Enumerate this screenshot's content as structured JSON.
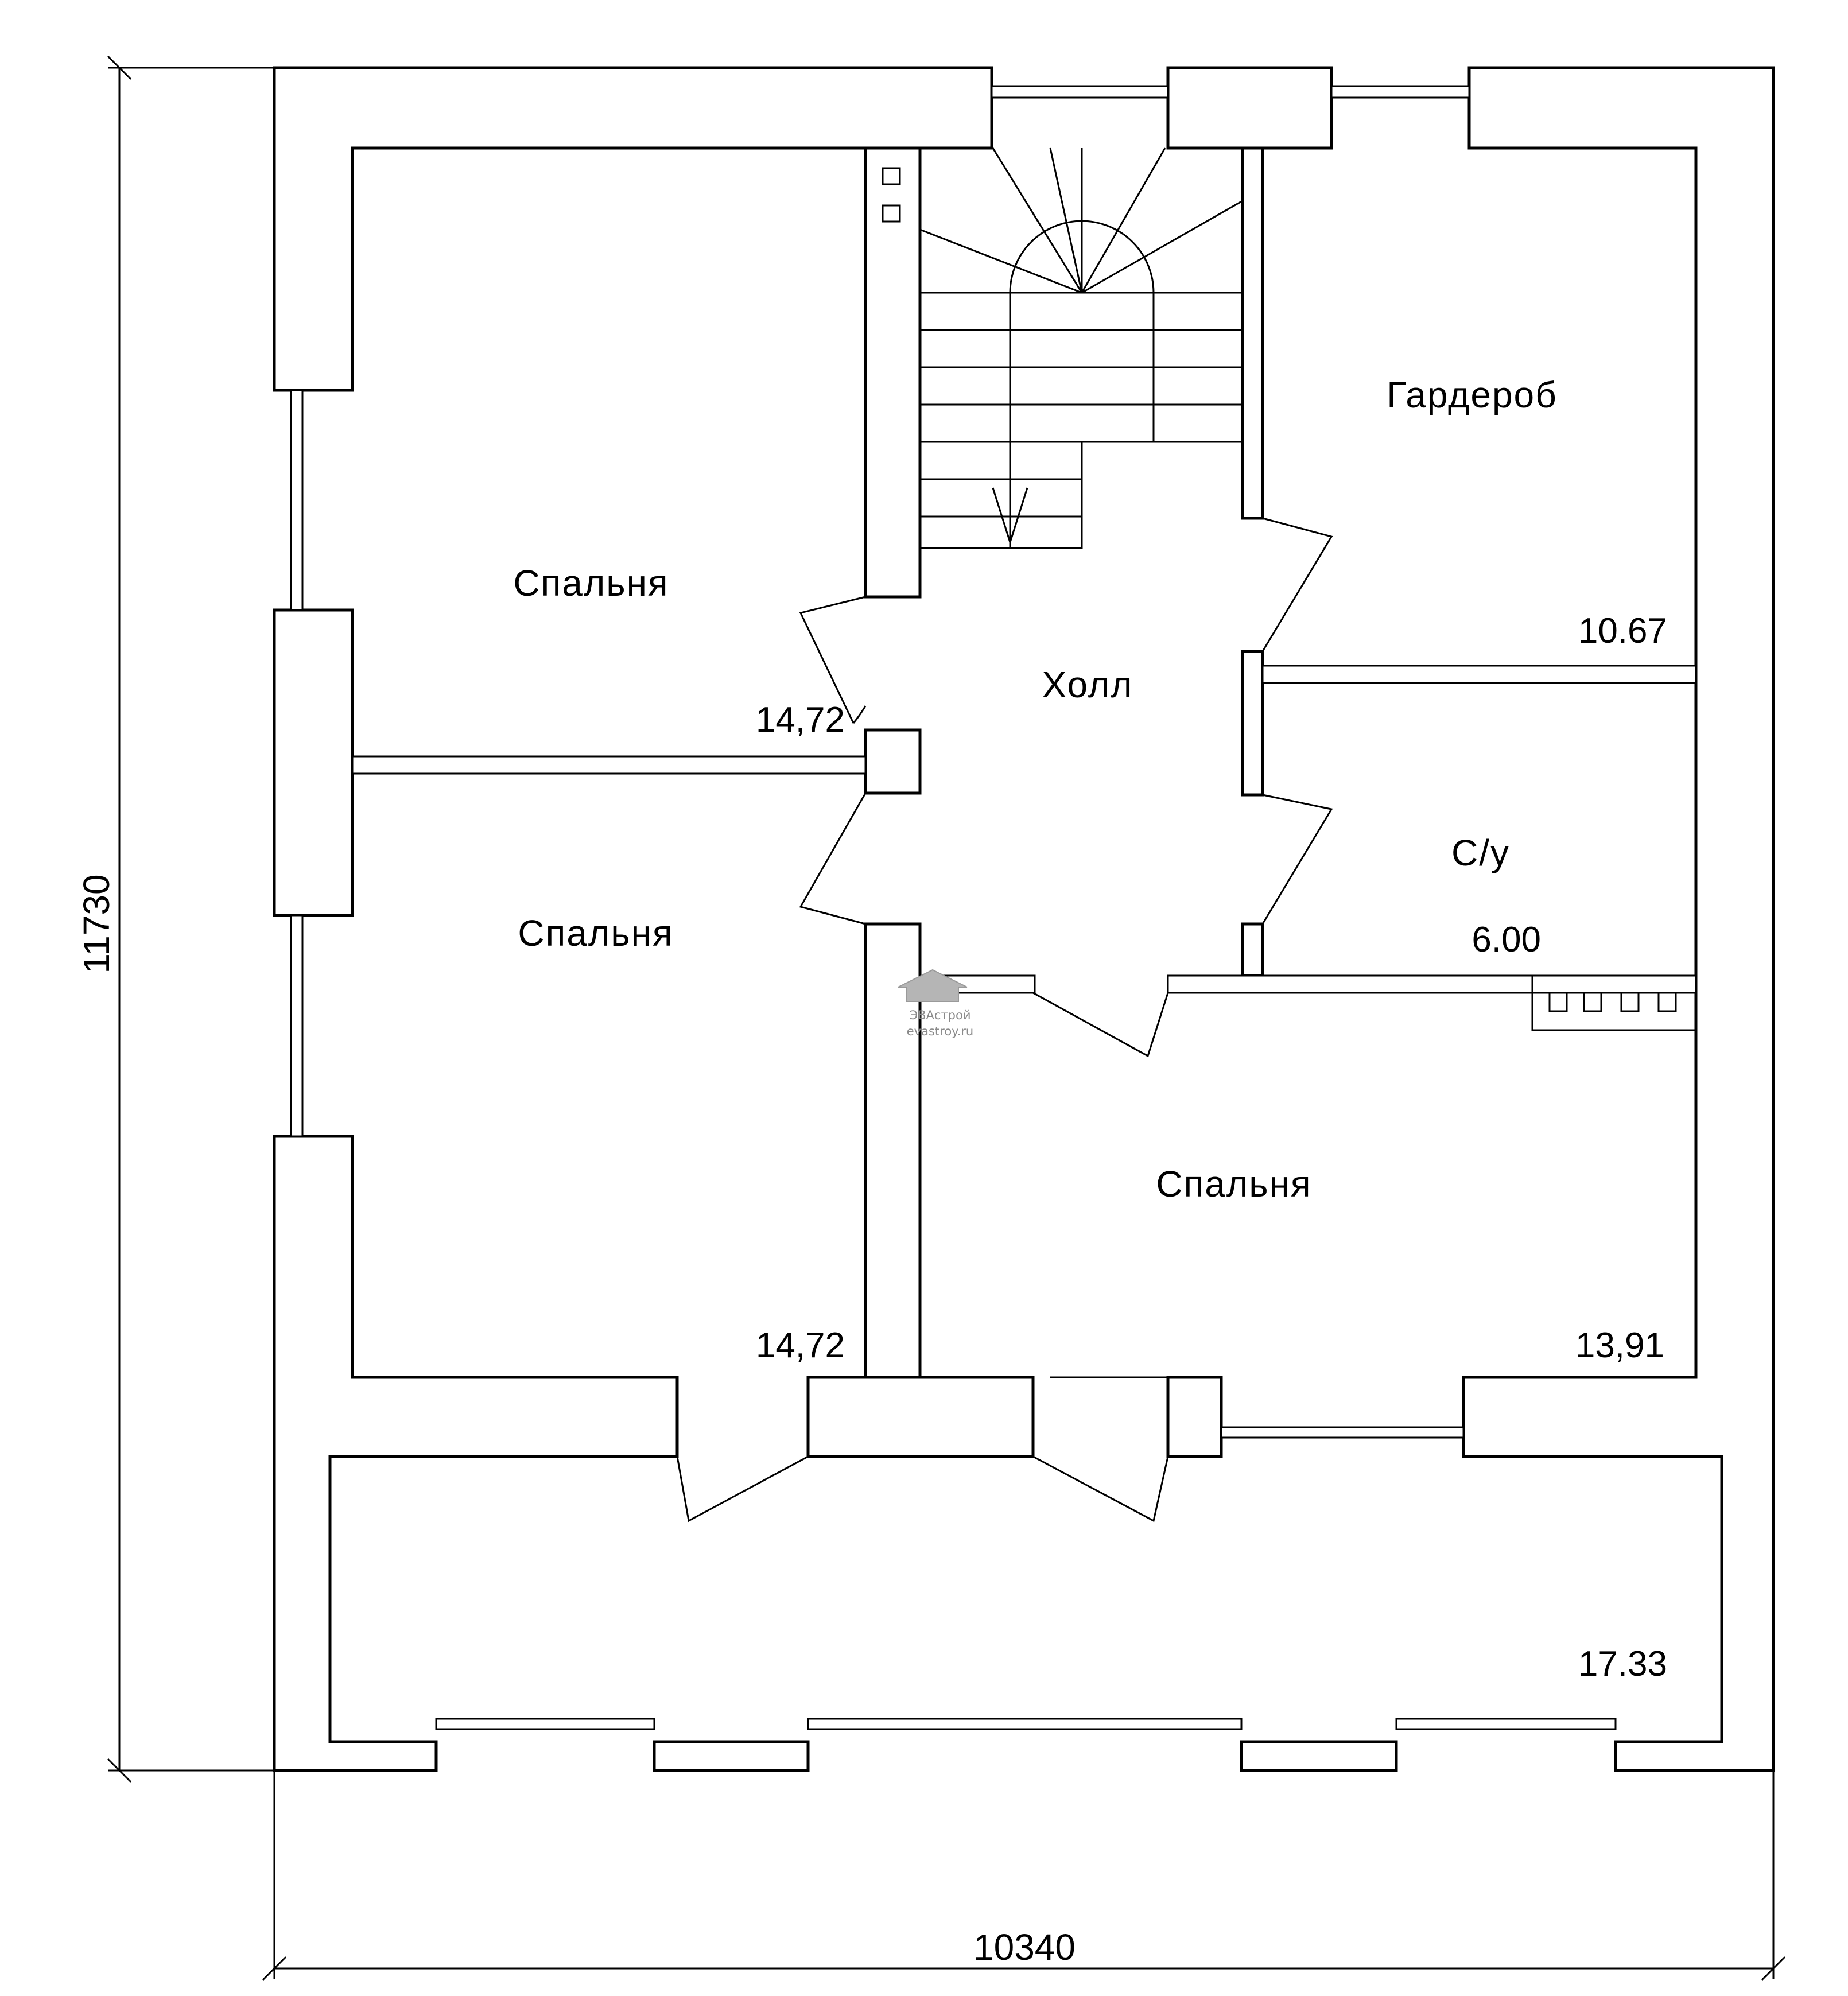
{
  "rooms": {
    "bedroom_top_left": {
      "name": "Спальня",
      "area": "14,72"
    },
    "bedroom_left": {
      "name": "Спальня",
      "area": "14,72"
    },
    "hall": {
      "name": "Холл"
    },
    "wardrobe": {
      "name": "Гардероб",
      "area": "10.67"
    },
    "bathroom": {
      "name": "С/у",
      "area": "6.00"
    },
    "bedroom_right": {
      "name": "Спальня",
      "area": "13,91"
    },
    "terrace": {
      "area": "17.33"
    }
  },
  "dimensions": {
    "width": "10340",
    "height": "11730"
  },
  "watermark": {
    "name": "ЭВАстрой",
    "url": "evastroy.ru"
  }
}
